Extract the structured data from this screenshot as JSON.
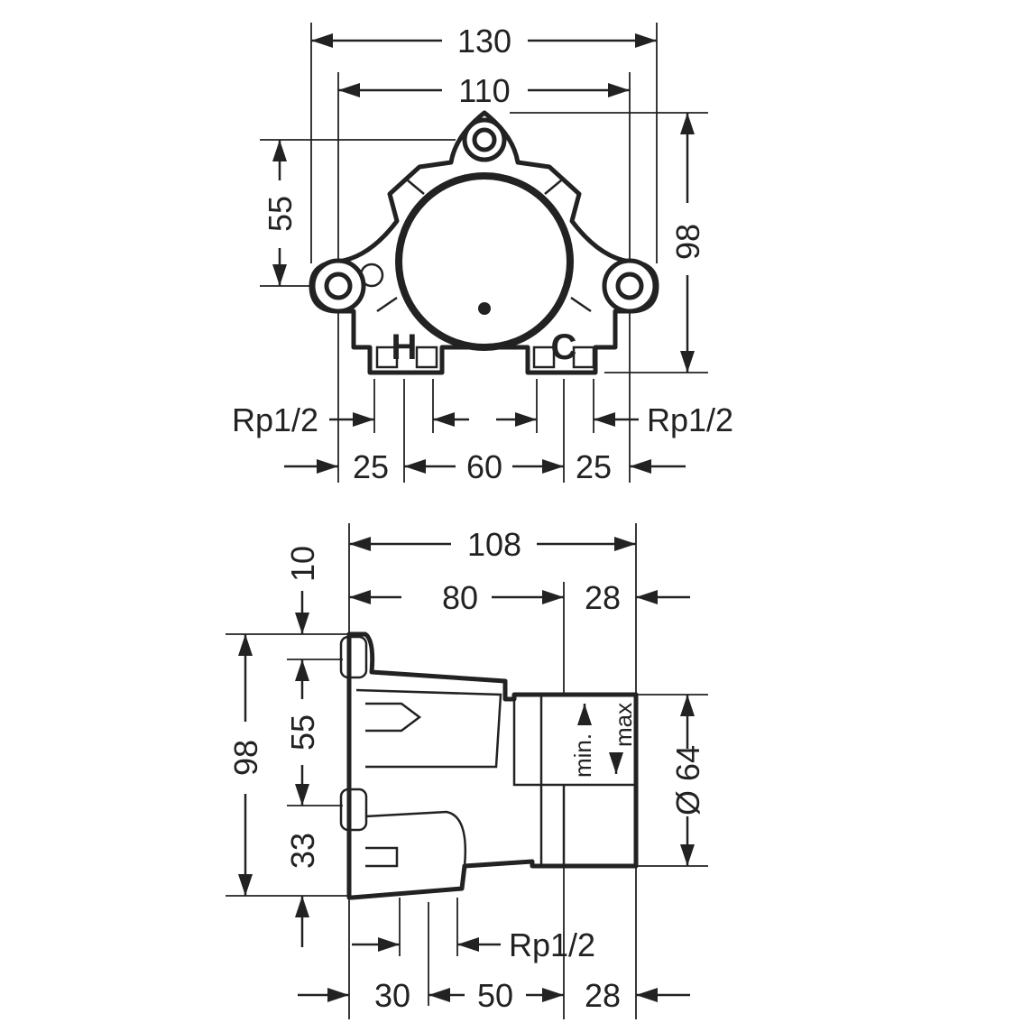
{
  "top_view": {
    "width_outer": "130",
    "width_inner": "110",
    "height_left": "55",
    "height_right": "98",
    "thread_left": "Rp1/2",
    "thread_right": "Rp1/2",
    "spacing_left": "25",
    "spacing_center": "60",
    "spacing_right": "25",
    "hot_label": "H",
    "cold_label": "C"
  },
  "side_view": {
    "depth_total": "108",
    "depth_body": "80",
    "depth_front": "28",
    "offset_top": "10",
    "height_total": "98",
    "height_mid": "55",
    "height_bottom": "33",
    "diameter": "Ø 64",
    "min_label": "min.",
    "max_label": "max",
    "thread": "Rp1/2",
    "bottom_left": "30",
    "bottom_mid": "50",
    "bottom_right": "28"
  }
}
